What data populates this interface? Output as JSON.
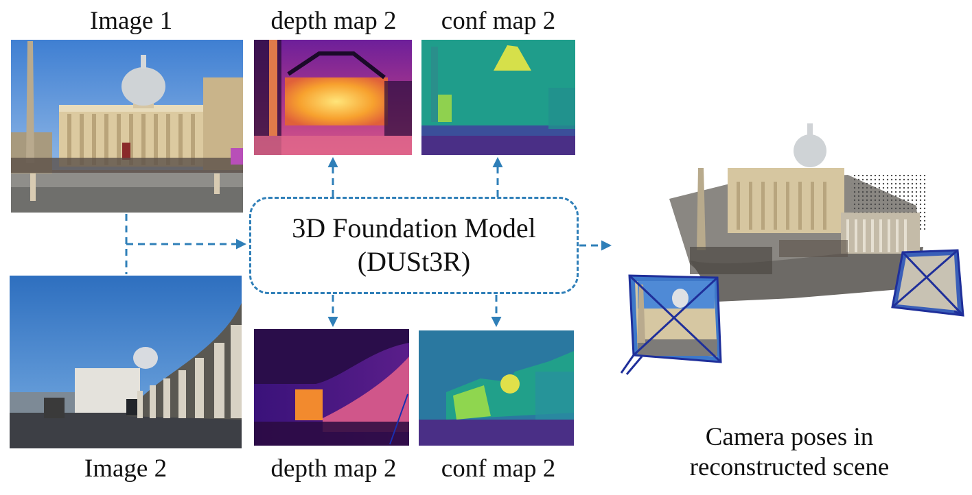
{
  "labels": {
    "image1": "Image 1",
    "image2": "Image 2",
    "depth_top": "depth map 2",
    "conf_top": "conf map 2",
    "depth_bottom": "depth map 2",
    "conf_bottom": "conf map 2"
  },
  "model": {
    "line1": "3D Foundation Model",
    "line2": "(DUSt3R)"
  },
  "scene_caption": {
    "line1": "Camera poses in",
    "line2": "reconstructed scene"
  },
  "colors": {
    "arrow": "#2f7fb8",
    "camera_frustum": "#1f2f9a",
    "sky": "#4a8fd6",
    "facade": "#d9c8a0"
  }
}
